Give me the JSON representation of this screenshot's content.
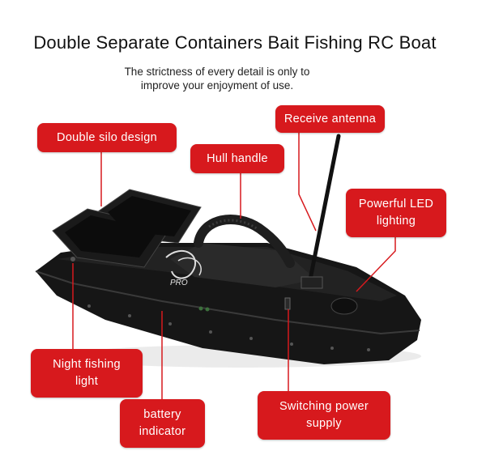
{
  "header": {
    "title": "Double Separate Containers Bait Fishing RC Boat",
    "subtitle_line1": "The strictness of every detail is only to",
    "subtitle_line2": "improve your enjoyment of use."
  },
  "callouts": {
    "silo": "Double silo design",
    "handle": "Hull handle",
    "antenna": "Receive antenna",
    "led_line1": "Powerful LED",
    "led_line2": "lighting",
    "night_line1": "Night fishing",
    "night_line2": "light",
    "battery_line1": "battery",
    "battery_line2": "indicator",
    "switch_line1": "Switching power",
    "switch_line2": "supply"
  },
  "boat_logo_text": "PRO",
  "colors": {
    "callout": "#d7191d",
    "leader": "#d7191d",
    "hull": "#141414"
  }
}
